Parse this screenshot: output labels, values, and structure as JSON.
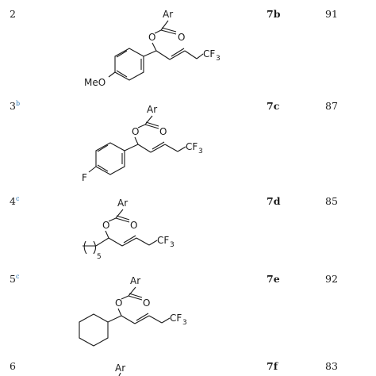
{
  "rows": [
    {
      "entry": "2",
      "sup": "",
      "compound": "7b",
      "yield": "91",
      "labels": {
        "ar": "Ar",
        "o1": "O",
        "o2": "O",
        "cf3": "CF",
        "cf3_sub": "3",
        "sub": "MeO"
      }
    },
    {
      "entry": "3",
      "sup": "b",
      "compound": "7c",
      "yield": "87",
      "labels": {
        "ar": "Ar",
        "o1": "O",
        "o2": "O",
        "cf3": "CF",
        "cf3_sub": "3",
        "sub": "F"
      }
    },
    {
      "entry": "4",
      "sup": "c",
      "compound": "7d",
      "yield": "85",
      "labels": {
        "ar": "Ar",
        "o1": "O",
        "o2": "O",
        "cf3": "CF",
        "cf3_sub": "3",
        "chain": "5"
      }
    },
    {
      "entry": "5",
      "sup": "c",
      "compound": "7e",
      "yield": "92",
      "labels": {
        "ar": "Ar",
        "o1": "O",
        "o2": "O",
        "cf3": "CF",
        "cf3_sub": "3"
      }
    },
    {
      "entry": "6",
      "sup": "",
      "compound": "7f",
      "yield": "83",
      "labels": {
        "ar": "Ar"
      }
    }
  ]
}
